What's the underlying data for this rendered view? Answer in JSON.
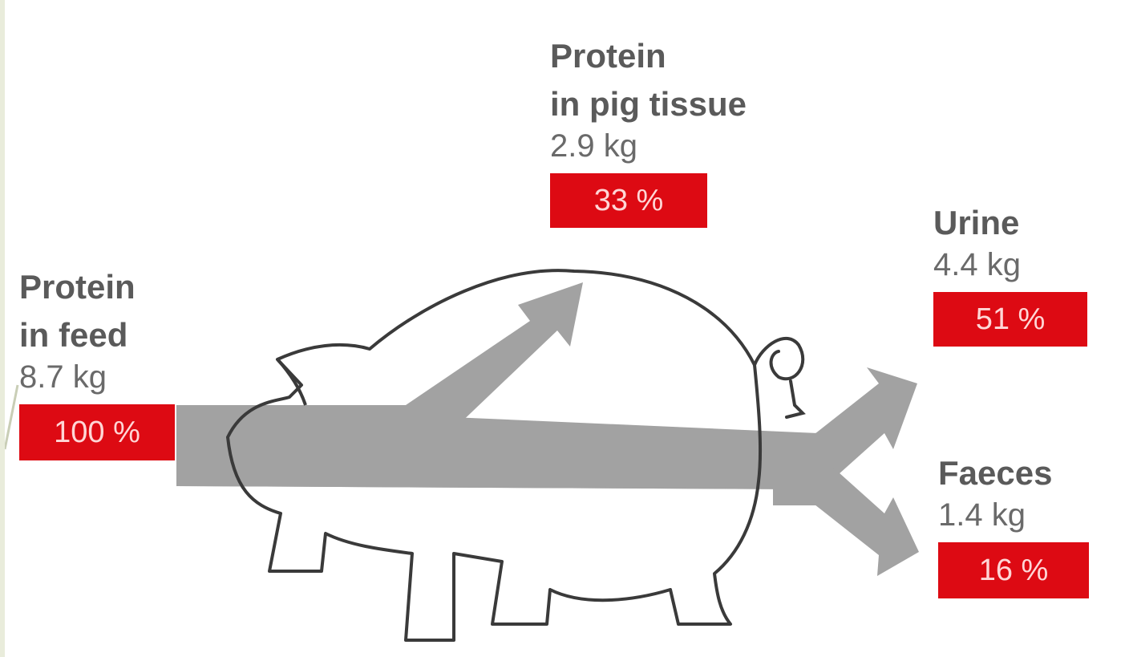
{
  "colors": {
    "flow": "#a2a2a2",
    "badge": "#dd0a13",
    "outline": "#3a3a3a",
    "frame": "#e9ecdb"
  },
  "labels": {
    "feed": {
      "title_1": "Protein",
      "title_2": "in feed",
      "amount": "8.7 kg",
      "percent": "100 %"
    },
    "tissue": {
      "title_1": "Protein",
      "title_2": "in pig tissue",
      "amount": "2.9 kg",
      "percent": "33 %"
    },
    "urine": {
      "title_1": "Urine",
      "amount": "4.4 kg",
      "percent": "51 %"
    },
    "faeces": {
      "title_1": "Faeces",
      "amount": "1.4 kg",
      "percent": "16 %"
    }
  }
}
